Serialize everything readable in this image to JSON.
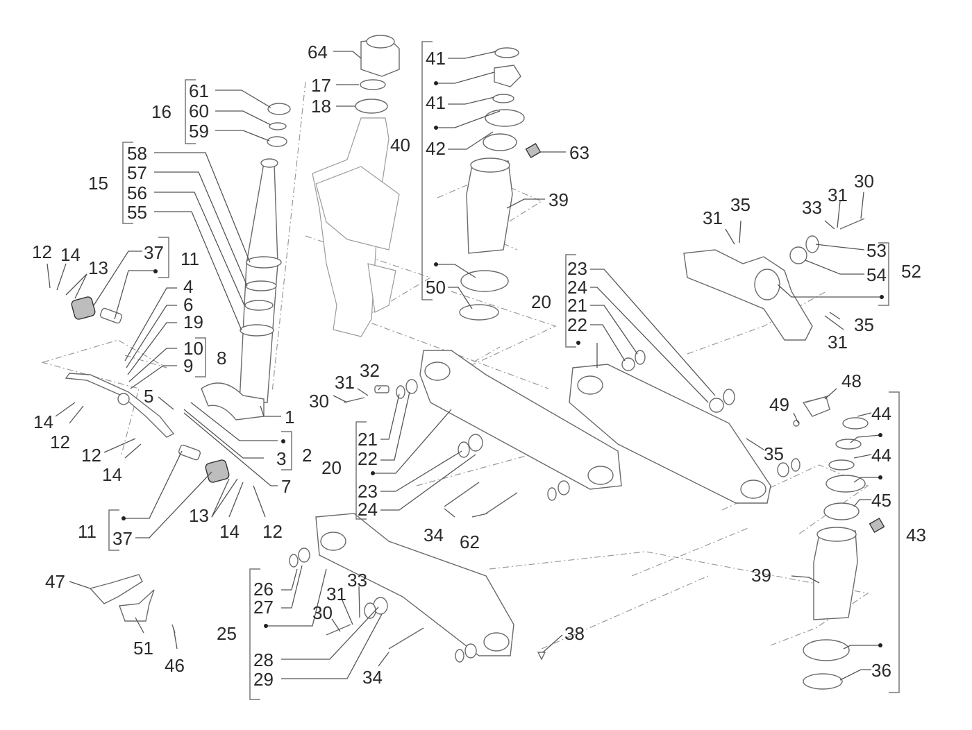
{
  "diagram": {
    "title": "Exploded parts diagram - steering column and suspension arms",
    "labels": [
      {
        "id": "l64",
        "text": "64"
      },
      {
        "id": "l17",
        "text": "17"
      },
      {
        "id": "l18",
        "text": "18"
      },
      {
        "id": "l16",
        "text": "16"
      },
      {
        "id": "l61",
        "text": "61"
      },
      {
        "id": "l60",
        "text": "60"
      },
      {
        "id": "l59",
        "text": "59"
      },
      {
        "id": "l15",
        "text": "15"
      },
      {
        "id": "l58",
        "text": "58"
      },
      {
        "id": "l57",
        "text": "57"
      },
      {
        "id": "l56",
        "text": "56"
      },
      {
        "id": "l55",
        "text": "55"
      },
      {
        "id": "l12a",
        "text": "12"
      },
      {
        "id": "l14a",
        "text": "14"
      },
      {
        "id": "l13a",
        "text": "13"
      },
      {
        "id": "l37a",
        "text": "37"
      },
      {
        "id": "l11a",
        "text": "11"
      },
      {
        "id": "l4",
        "text": "4"
      },
      {
        "id": "l6",
        "text": "6"
      },
      {
        "id": "l19",
        "text": "19"
      },
      {
        "id": "l10",
        "text": "10"
      },
      {
        "id": "l9",
        "text": "9"
      },
      {
        "id": "l8",
        "text": "8"
      },
      {
        "id": "l5",
        "text": "5"
      },
      {
        "id": "l1",
        "text": "1"
      },
      {
        "id": "l3",
        "text": "3"
      },
      {
        "id": "l2",
        "text": "2"
      },
      {
        "id": "l7",
        "text": "7"
      },
      {
        "id": "l14b",
        "text": "14"
      },
      {
        "id": "l12b",
        "text": "12"
      },
      {
        "id": "l12c",
        "text": "12"
      },
      {
        "id": "l14c",
        "text": "14"
      },
      {
        "id": "l11b",
        "text": "11"
      },
      {
        "id": "l37b",
        "text": "37"
      },
      {
        "id": "l13b",
        "text": "13"
      },
      {
        "id": "l14d",
        "text": "14"
      },
      {
        "id": "l12d",
        "text": "12"
      },
      {
        "id": "l47",
        "text": "47"
      },
      {
        "id": "l51",
        "text": "51"
      },
      {
        "id": "l46",
        "text": "46"
      },
      {
        "id": "l41a",
        "text": "41"
      },
      {
        "id": "l41b",
        "text": "41"
      },
      {
        "id": "l40",
        "text": "40"
      },
      {
        "id": "l42",
        "text": "42"
      },
      {
        "id": "l63",
        "text": "63"
      },
      {
        "id": "l39a",
        "text": "39"
      },
      {
        "id": "l50",
        "text": "50"
      },
      {
        "id": "l30a",
        "text": "30"
      },
      {
        "id": "l31a",
        "text": "31"
      },
      {
        "id": "l32",
        "text": "32"
      },
      {
        "id": "l20a",
        "text": "20"
      },
      {
        "id": "l21a",
        "text": "21"
      },
      {
        "id": "l22a",
        "text": "22"
      },
      {
        "id": "l23a",
        "text": "23"
      },
      {
        "id": "l24a",
        "text": "24"
      },
      {
        "id": "l34a",
        "text": "34"
      },
      {
        "id": "l62",
        "text": "62"
      },
      {
        "id": "l20b",
        "text": "20"
      },
      {
        "id": "l23b",
        "text": "23"
      },
      {
        "id": "l24b",
        "text": "24"
      },
      {
        "id": "l21b",
        "text": "21"
      },
      {
        "id": "l22b",
        "text": "22"
      },
      {
        "id": "l35a",
        "text": "35"
      },
      {
        "id": "l31b",
        "text": "31"
      },
      {
        "id": "l35b",
        "text": "35"
      },
      {
        "id": "l33a",
        "text": "33"
      },
      {
        "id": "l31c",
        "text": "31"
      },
      {
        "id": "l30b",
        "text": "30"
      },
      {
        "id": "l53",
        "text": "53"
      },
      {
        "id": "l54",
        "text": "54"
      },
      {
        "id": "l52",
        "text": "52"
      },
      {
        "id": "l35c",
        "text": "35"
      },
      {
        "id": "l31d",
        "text": "31"
      },
      {
        "id": "l48",
        "text": "48"
      },
      {
        "id": "l49",
        "text": "49"
      },
      {
        "id": "l44a",
        "text": "44"
      },
      {
        "id": "l44b",
        "text": "44"
      },
      {
        "id": "l45",
        "text": "45"
      },
      {
        "id": "l43",
        "text": "43"
      },
      {
        "id": "l39b",
        "text": "39"
      },
      {
        "id": "l36",
        "text": "36"
      },
      {
        "id": "l38",
        "text": "38"
      },
      {
        "id": "l25",
        "text": "25"
      },
      {
        "id": "l26",
        "text": "26"
      },
      {
        "id": "l27",
        "text": "27"
      },
      {
        "id": "l28",
        "text": "28"
      },
      {
        "id": "l29",
        "text": "29"
      },
      {
        "id": "l30c",
        "text": "30"
      },
      {
        "id": "l31e",
        "text": "31"
      },
      {
        "id": "l33b",
        "text": "33"
      },
      {
        "id": "l34b",
        "text": "34"
      }
    ]
  }
}
